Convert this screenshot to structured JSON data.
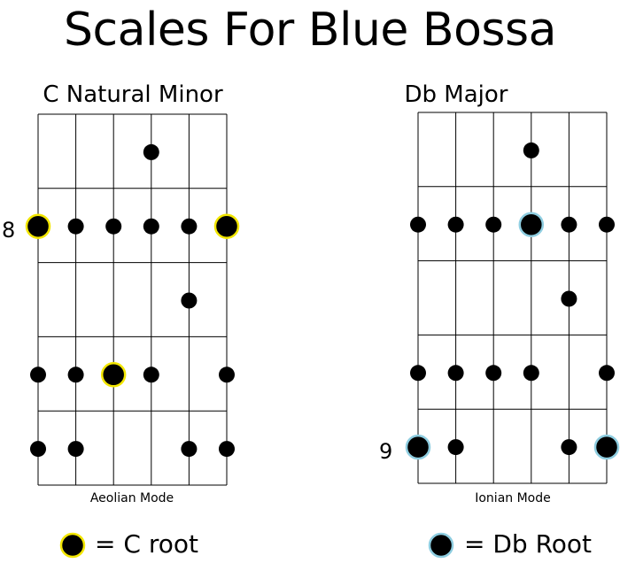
{
  "title": "Scales For Blue Bossa",
  "diagrams": [
    {
      "name": "c-natural-minor",
      "title": "C Natural Minor",
      "mode": "Aeolian Mode",
      "fret_label": "8",
      "fret_label_row": 1,
      "root_color": "#f2e600",
      "dots": [
        {
          "string": 3,
          "row": 0,
          "root": false
        },
        {
          "string": 0,
          "row": 1,
          "root": true
        },
        {
          "string": 1,
          "row": 1,
          "root": false
        },
        {
          "string": 2,
          "row": 1,
          "root": false
        },
        {
          "string": 3,
          "row": 1,
          "root": false
        },
        {
          "string": 4,
          "row": 1,
          "root": false
        },
        {
          "string": 5,
          "row": 1,
          "root": true
        },
        {
          "string": 4,
          "row": 2,
          "root": false
        },
        {
          "string": 0,
          "row": 3,
          "root": false
        },
        {
          "string": 1,
          "row": 3,
          "root": false
        },
        {
          "string": 2,
          "row": 3,
          "root": true
        },
        {
          "string": 3,
          "row": 3,
          "root": false
        },
        {
          "string": 5,
          "row": 3,
          "root": false
        },
        {
          "string": 0,
          "row": 4,
          "root": false
        },
        {
          "string": 1,
          "row": 4,
          "root": false
        },
        {
          "string": 4,
          "row": 4,
          "root": false
        },
        {
          "string": 5,
          "row": 4,
          "root": false
        }
      ]
    },
    {
      "name": "db-major",
      "title": "Db Major",
      "mode": "Ionian Mode",
      "fret_label": "9",
      "fret_label_row": 4,
      "root_color": "#8ecde0",
      "dots": [
        {
          "string": 3,
          "row": 0,
          "root": false
        },
        {
          "string": 0,
          "row": 1,
          "root": false
        },
        {
          "string": 1,
          "row": 1,
          "root": false
        },
        {
          "string": 2,
          "row": 1,
          "root": false
        },
        {
          "string": 3,
          "row": 1,
          "root": true
        },
        {
          "string": 4,
          "row": 1,
          "root": false
        },
        {
          "string": 5,
          "row": 1,
          "root": false
        },
        {
          "string": 4,
          "row": 2,
          "root": false
        },
        {
          "string": 0,
          "row": 3,
          "root": false
        },
        {
          "string": 1,
          "row": 3,
          "root": false
        },
        {
          "string": 2,
          "row": 3,
          "root": false
        },
        {
          "string": 3,
          "row": 3,
          "root": false
        },
        {
          "string": 5,
          "row": 3,
          "root": false
        },
        {
          "string": 0,
          "row": 4,
          "root": true
        },
        {
          "string": 1,
          "row": 4,
          "root": false
        },
        {
          "string": 4,
          "row": 4,
          "root": false
        },
        {
          "string": 5,
          "row": 4,
          "root": true
        }
      ]
    }
  ],
  "legend": [
    {
      "label": "= C root",
      "color": "#f2e600"
    },
    {
      "label": "= Db Root",
      "color": "#8ecde0"
    }
  ]
}
